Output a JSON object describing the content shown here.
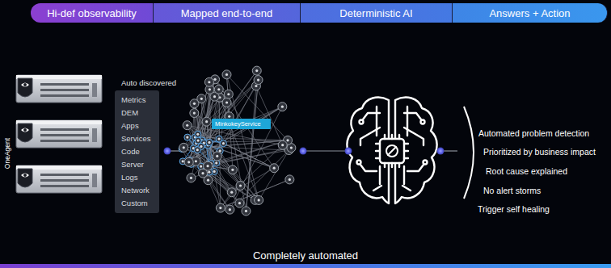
{
  "diagram": {
    "nodes": [
      {
        "text": [
          "Hi-def observability"
        ]
      },
      {
        "text": [
          "Mapped end-to-end"
        ]
      },
      {
        "text": [
          "Deterministic AI"
        ]
      },
      {
        "text": [
          "Answers + Action"
        ]
      },
      {
        "text": [
          "Auto discovered",
          "Metrics",
          "DEM",
          "Apps",
          "Services",
          "Code",
          "Server",
          "Logs",
          "Network",
          "Custom"
        ]
      },
      {
        "text": [
          "MinkokeyService"
        ]
      }
    ],
    "labels": [
      "OneAgent",
      "Automated problem detection",
      "Prioritized by business impact",
      "Root cause explained",
      "No alert storms",
      "Trigger self healing",
      "Completely automated"
    ]
  }
}
